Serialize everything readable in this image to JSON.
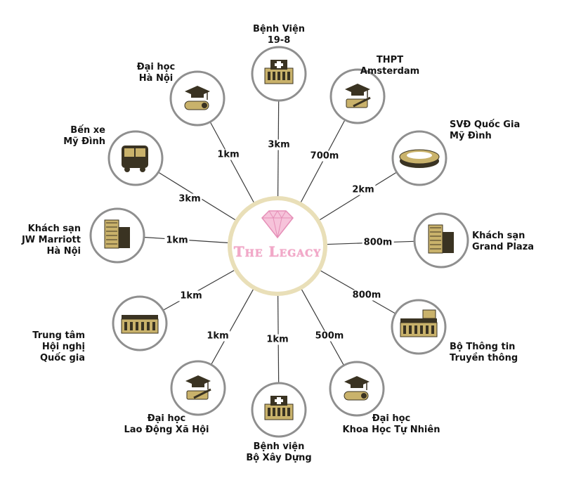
{
  "center": {
    "name": "The Legacy"
  },
  "colors": {
    "ring": "#e9dfb8",
    "gold": "#c9b26b",
    "dark": "#3a3322",
    "line": "#3a3a3a",
    "accent": "#f3a9c9"
  },
  "nodes": [
    {
      "id": "benh-vien-19-8",
      "label": [
        "Bệnh Viện",
        "19-8"
      ],
      "distance": "3km",
      "icon": "hospital-icon"
    },
    {
      "id": "thpt-amsterdam",
      "label": [
        "THPT",
        "Amsterdam"
      ],
      "distance": "700m",
      "icon": "graduation-pen-icon"
    },
    {
      "id": "svd-quoc-gia",
      "label": [
        "SVĐ Quốc Gia",
        "Mỹ Đình"
      ],
      "distance": "2km",
      "icon": "stadium-icon"
    },
    {
      "id": "ks-grand-plaza",
      "label": [
        "Khách sạn",
        "Grand Plaza"
      ],
      "distance": "800m",
      "icon": "hotel-icon"
    },
    {
      "id": "bo-thong-tin",
      "label": [
        "Bộ Thông tin",
        "Truyền thông"
      ],
      "distance": "800m",
      "icon": "office-building-icon"
    },
    {
      "id": "dh-khtn",
      "label": [
        "Đại học",
        "Khoa Học Tự Nhiên"
      ],
      "distance": "500m",
      "icon": "graduation-diploma-icon"
    },
    {
      "id": "bv-xay-dung",
      "label": [
        "Bệnh viện",
        "Bộ Xây Dựng"
      ],
      "distance": "1km",
      "icon": "hospital-icon"
    },
    {
      "id": "dh-ldxh",
      "label": [
        "Đại học",
        "Lao Động Xã Hội"
      ],
      "distance": "1km",
      "icon": "graduation-pen-icon"
    },
    {
      "id": "tt-hoi-nghi",
      "label": [
        "Trung tâm",
        "Hội nghị",
        "Quốc gia"
      ],
      "distance": "1km",
      "icon": "convention-center-icon"
    },
    {
      "id": "ks-jw-marriott",
      "label": [
        "Khách sạn",
        "JW Marriott",
        "Hà Nội"
      ],
      "distance": "1km",
      "icon": "tower-hotel-icon"
    },
    {
      "id": "ben-xe-my-dinh",
      "label": [
        "Bến xe",
        "Mỹ Đình"
      ],
      "distance": "3km",
      "icon": "bus-icon"
    },
    {
      "id": "dh-ha-noi",
      "label": [
        "Đại học",
        "Hà Nội"
      ],
      "distance": "1km",
      "icon": "graduation-diploma-icon"
    }
  ]
}
